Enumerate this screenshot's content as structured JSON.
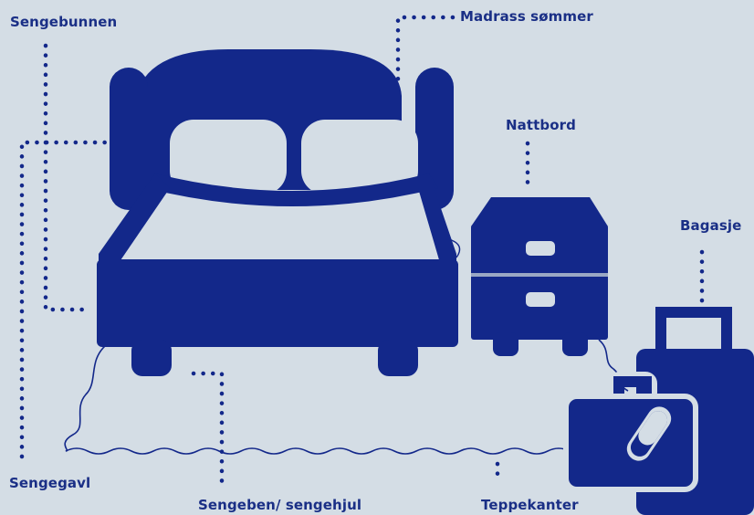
{
  "labels": {
    "sengebunnen": "Sengebunnen",
    "madrass": "Madrass sømmer",
    "nattbord": "Nattbord",
    "bagasje": "Bagasje",
    "sengegavl": "Sengegavl",
    "sengeben": "Sengeben/ sengehjul",
    "teppekanter": "Teppekanter"
  },
  "colors": {
    "background": "#d4dde5",
    "ink": "#13288a"
  }
}
